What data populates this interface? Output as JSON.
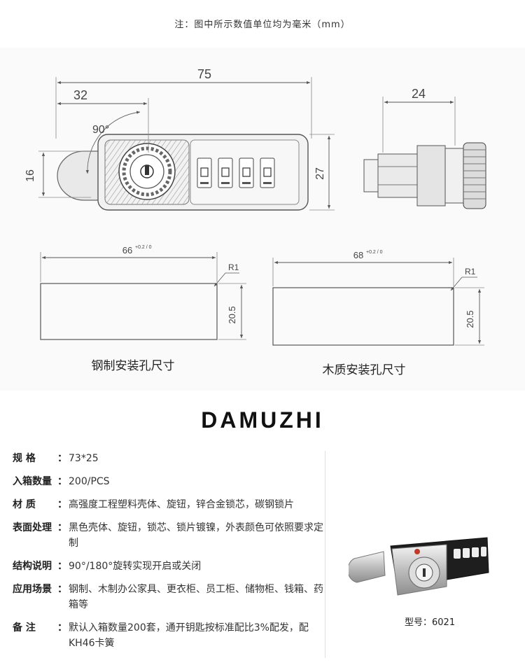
{
  "note": "注：图中所示数值单位均为毫米（mm）",
  "drawing": {
    "dim_75": "75",
    "dim_32": "32",
    "dim_90": "90°",
    "dim_16": "16",
    "dim_27": "27",
    "dim_24": "24",
    "steel": {
      "width": "66",
      "tol": "+0.2 / 0",
      "height": "20.5",
      "radius": "R1",
      "caption": "钢制安装孔尺寸"
    },
    "wood": {
      "width": "68",
      "tol": "+0.2 / 0",
      "height": "20.5",
      "radius": "R1",
      "caption": "木质安装孔尺寸"
    }
  },
  "brand": "DAMUZHI",
  "specs": [
    {
      "label": "规 格",
      "value": "73*25"
    },
    {
      "label": "入箱数量",
      "value": "200/PCS"
    },
    {
      "label": "材 质",
      "value": "高强度工程塑料壳体、旋钮，锌合金锁芯，碳钢锁片"
    },
    {
      "label": "表面处理",
      "value": "黑色壳体、旋钮，锁芯、锁片镀镍，外表颜色可依照要求定制"
    },
    {
      "label": "结构说明",
      "value": "90°/180°旋转实现开启或关闭"
    },
    {
      "label": "应用场景",
      "value": "钢制、木制办公家具、更衣柜、员工柜、储物柜、钱箱、药箱等"
    },
    {
      "label": "备 注",
      "value": "默认入箱数量200套，通开钥匙按标准配比3%配发，配KH46卡簧"
    }
  ],
  "model_label": "型号：6021"
}
